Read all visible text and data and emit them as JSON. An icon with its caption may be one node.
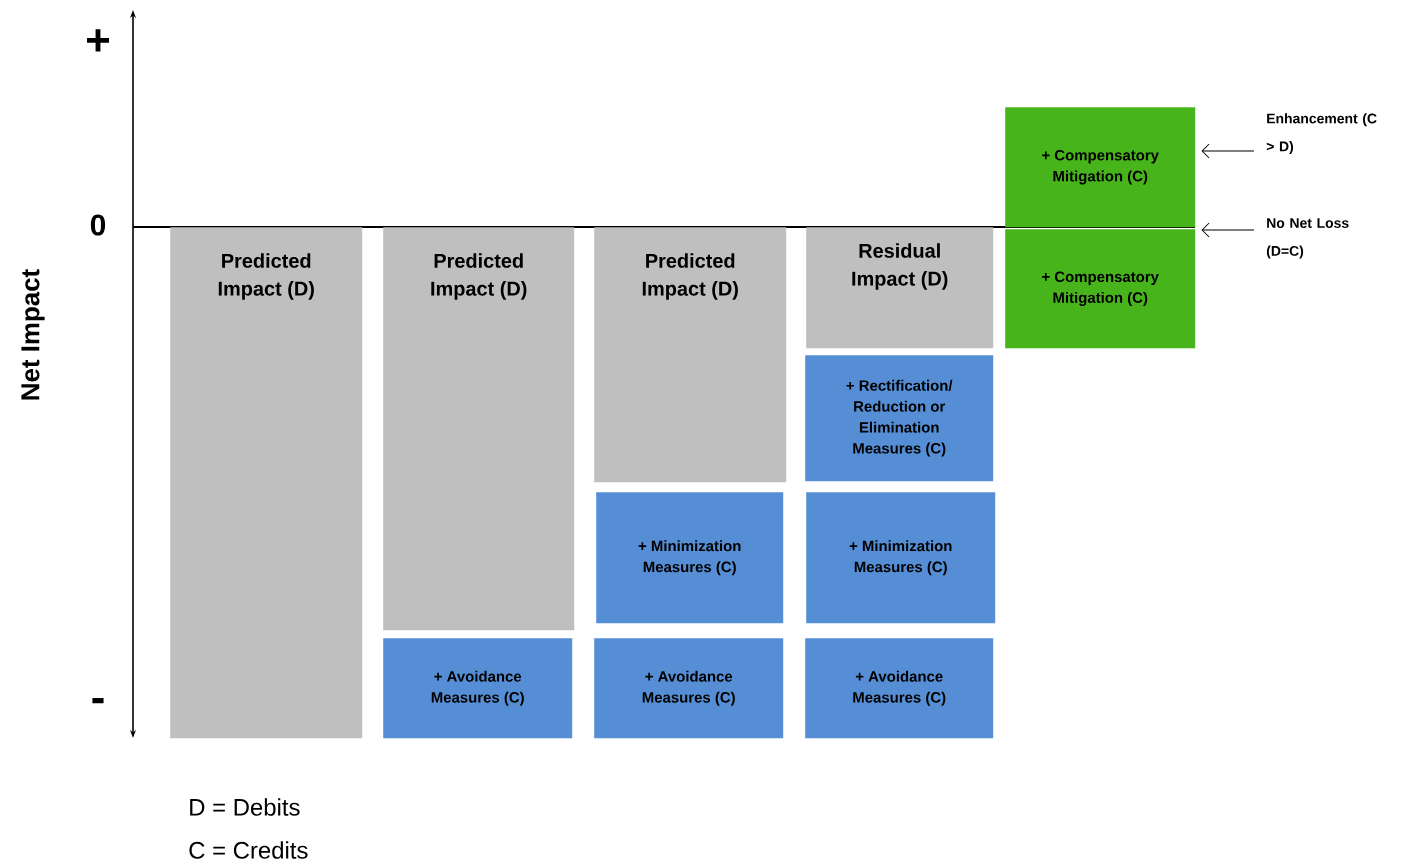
{
  "diagram": {
    "nodes": [
      {
        "text": [
          "Predicted Impact (D)"
        ]
      },
      {
        "text": [
          "Predicted Impact (D)"
        ]
      },
      {
        "text": [
          "+ Avoidance Measures (C)"
        ]
      },
      {
        "text": [
          "Predicted Impact (D)"
        ]
      },
      {
        "text": [
          "+ Minimization Measures (C)"
        ]
      },
      {
        "text": [
          "+ Avoidance Measures (C)"
        ]
      },
      {
        "text": [
          "Residual Impact (D)"
        ]
      },
      {
        "text": [
          "+ Rectification/ Reduction or Elimination Measures (C)"
        ]
      },
      {
        "text": [
          "+ Minimization Measures (C)"
        ]
      },
      {
        "text": [
          "+ Avoidance Measures (C)"
        ]
      },
      {
        "text": [
          "+ Compensatory Mitigation (C)"
        ]
      },
      {
        "text": [
          "+ Compensatory Mitigation (C)"
        ]
      },
      {
        "text": [
          "Enhancement (C > D)"
        ]
      },
      {
        "text": [
          "No Net Loss (D=C)"
        ]
      }
    ],
    "edges": [
      {
        "from": 12,
        "to": 10,
        "arrow": "to"
      },
      {
        "from": 13,
        "to": 11,
        "arrow": "to"
      }
    ],
    "labels": [
      "+",
      "0",
      "-",
      "Net Impact",
      "D = Debits",
      "C = Credits"
    ]
  }
}
